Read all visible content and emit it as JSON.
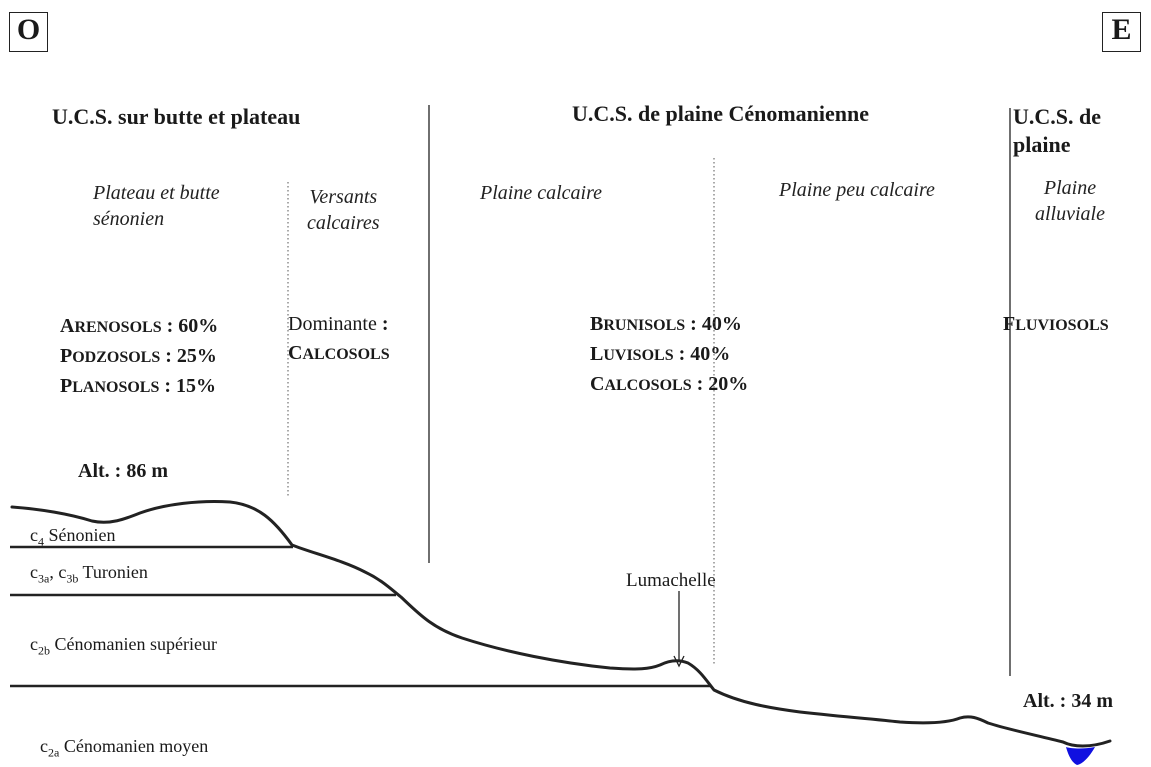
{
  "orientation": {
    "west": "O",
    "east": "E"
  },
  "headers": {
    "butte": "U.C.S. sur butte et plateau",
    "cenomanian": "U.C.S. de plaine Cénomanienne",
    "plaine_1": "U.C.S. de",
    "plaine_2": "plaine"
  },
  "zones": {
    "plateau_1": "Plateau et butte",
    "plateau_2": "sénonien",
    "versants_1": "Versants",
    "versants_2": "calcaires",
    "calcaire": "Plaine calcaire",
    "peu_calcaire": "Plaine peu calcaire",
    "alluviale_1": "Plaine",
    "alluviale_2": "alluviale"
  },
  "soils": {
    "butte": [
      {
        "cap": "A",
        "rest": "RENOSOLS",
        "value": " : 60%"
      },
      {
        "cap": "P",
        "rest": "ODZOSOLS",
        "value": " : 25%"
      },
      {
        "cap": "P",
        "rest": "LANOSOLS",
        "value": " : 15%"
      }
    ],
    "versants_label": "Dominante",
    "versants_colon": " :",
    "versants_soil": {
      "cap": "C",
      "rest": "ALCOSOLS"
    },
    "plaine": [
      {
        "cap": "B",
        "rest": "RUNISOLS",
        "value": " : 40%"
      },
      {
        "cap": "L",
        "rest": "UVISOLS",
        "value": " : 40%"
      },
      {
        "cap": "C",
        "rest": "ALCOSOLS",
        "value": " : 20%"
      }
    ],
    "alluvial": {
      "cap": "F",
      "rest": "LUVIOSOLS"
    }
  },
  "altitudes": {
    "high": "Alt. : 86 m",
    "low": "Alt. : 34 m"
  },
  "layers": {
    "c4": {
      "sym": "c",
      "sub": "4",
      "name": " Sénonien"
    },
    "c3": {
      "sym1": "c",
      "sub1": "3a",
      "sep": ", ",
      "sym2": "c",
      "sub2": "3b",
      "name": " Turonien"
    },
    "c2b": {
      "sym": "c",
      "sub": "2b",
      "name": " Cénomanien supérieur"
    },
    "c2a": {
      "sym": "c",
      "sub": "2a",
      "name": " Cénomanien moyen"
    }
  },
  "annotation": "Lumachelle",
  "colors": {
    "line": "#222222",
    "water": "#1010e0"
  }
}
